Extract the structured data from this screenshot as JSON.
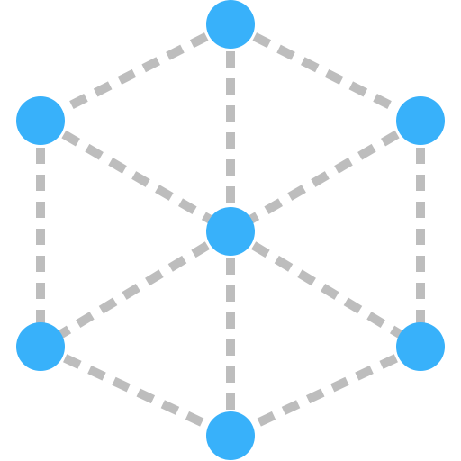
{
  "diagram": {
    "icon": "cube-network-icon",
    "colors": {
      "node": "#38b1fa",
      "edge": "#bdbdbd",
      "background": "#ffffff"
    },
    "nodes": [
      {
        "id": "top"
      },
      {
        "id": "upper-left"
      },
      {
        "id": "upper-right"
      },
      {
        "id": "center"
      },
      {
        "id": "lower-left"
      },
      {
        "id": "lower-right"
      },
      {
        "id": "bottom"
      }
    ],
    "edges": [
      {
        "from": "top",
        "to": "upper-left"
      },
      {
        "from": "top",
        "to": "upper-right"
      },
      {
        "from": "top",
        "to": "center"
      },
      {
        "from": "upper-left",
        "to": "center"
      },
      {
        "from": "upper-right",
        "to": "center"
      },
      {
        "from": "upper-left",
        "to": "lower-left"
      },
      {
        "from": "upper-right",
        "to": "lower-right"
      },
      {
        "from": "center",
        "to": "lower-left"
      },
      {
        "from": "center",
        "to": "lower-right"
      },
      {
        "from": "center",
        "to": "bottom"
      },
      {
        "from": "lower-left",
        "to": "bottom"
      },
      {
        "from": "lower-right",
        "to": "bottom"
      }
    ]
  }
}
